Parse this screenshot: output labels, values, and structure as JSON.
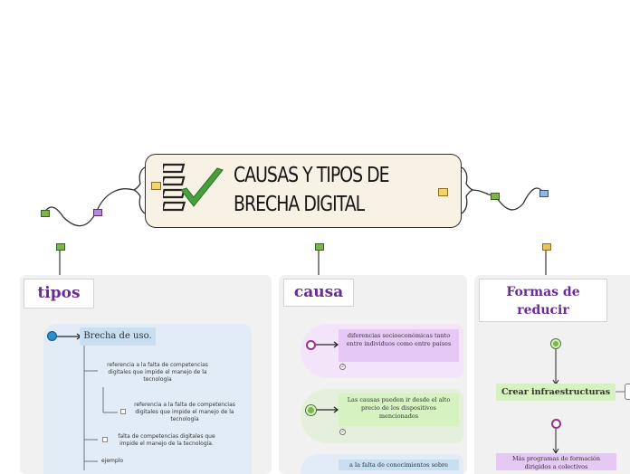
{
  "central": {
    "title": "CAUSAS Y TIPOS DE BRECHA DIGITAL"
  },
  "tipos": {
    "title": "tipos",
    "main_node": "Brecha de uso.",
    "sub_items": [
      "referencia a la falta de competencias digitales que impide el manejo de la tecnología",
      "referencia a la falta de competencias digitales que impide el manejo de la tecnología",
      "falta de competencias digitales que impide el manejo de la tecnología.",
      "ejemplo"
    ]
  },
  "causa": {
    "title": "causa",
    "items": [
      "diferencias socioeconómicas tanto entre individuos como entre países",
      "Las causas pueden ir desde el alto precio de los dispositivos mencionados",
      "a la falta de conocimientos sobre"
    ],
    "item_counts": [
      "2",
      "2"
    ]
  },
  "formas": {
    "title": "Formas de reducir",
    "node_1": "Crear infraestructuras",
    "node_2": "Más programas de formación dirigidos a colectivos"
  },
  "colors": {
    "purple_title": "#6a2c94",
    "blue_node": "#c8dff2",
    "purple_node": "#e6c8f5",
    "green_node": "#d5f2c0",
    "marker_green": "#7ab648",
    "marker_purple": "#9b2d9b",
    "marker_blue": "#2a8fd0"
  },
  "icons": [
    "checklist-icon",
    "note-icon",
    "connector-icon"
  ]
}
